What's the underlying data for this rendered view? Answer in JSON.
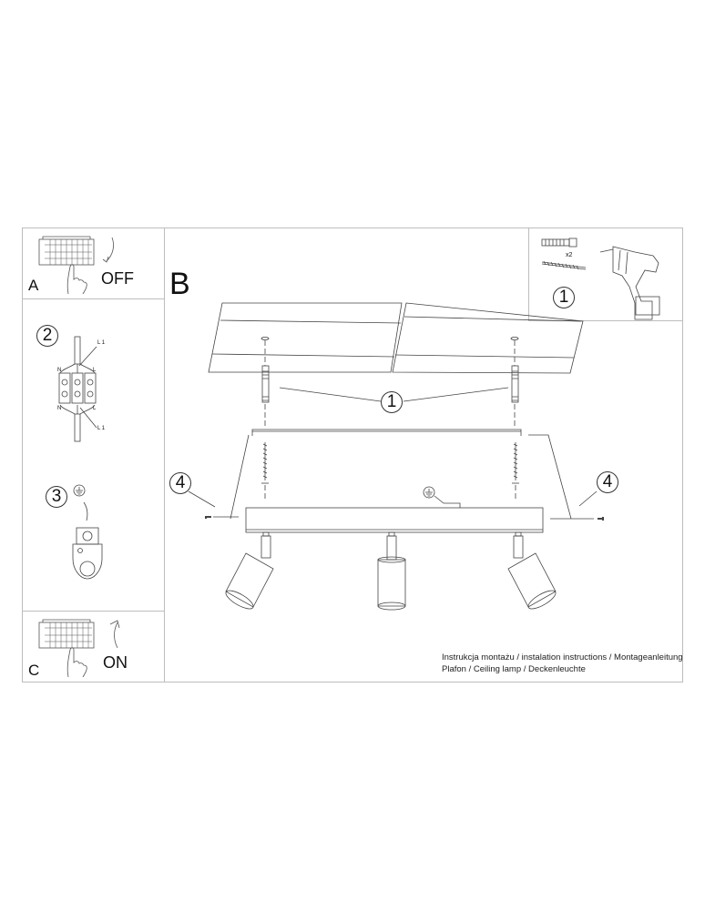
{
  "document": {
    "title": "Instrukcja montażu / instalation instructions / Montageanleitung",
    "subtitle": "Plafon / Ceiling lamp / Deckenleuchte"
  },
  "panels": {
    "a": {
      "letter": "A",
      "action": "OFF",
      "icon": "circuit-breaker-switch-off-icon"
    },
    "b": {
      "letter": "B"
    },
    "c": {
      "letter": "C",
      "action": "ON",
      "icon": "circuit-breaker-switch-on-icon"
    },
    "tools": {
      "step": "1",
      "quantity": "x2",
      "icons": [
        "wall-plug-dowel-icon",
        "screw-icon",
        "power-drill-icon"
      ]
    }
  },
  "steps": {
    "wiring": {
      "number": "2",
      "labels": {
        "l1_top": "L 1",
        "n_top": "N",
        "l_top": "L",
        "n_bottom": "N",
        "l_bottom": "L",
        "l1_bottom": "L 1"
      }
    },
    "ground": {
      "number": "3",
      "icon": "ground-earth-icon"
    },
    "dowel_callout": {
      "number": "1"
    },
    "screw_left": {
      "number": "4"
    },
    "screw_right": {
      "number": "4"
    }
  },
  "colors": {
    "line": "#333333",
    "border": "#bdbdbd",
    "text": "#111111"
  }
}
